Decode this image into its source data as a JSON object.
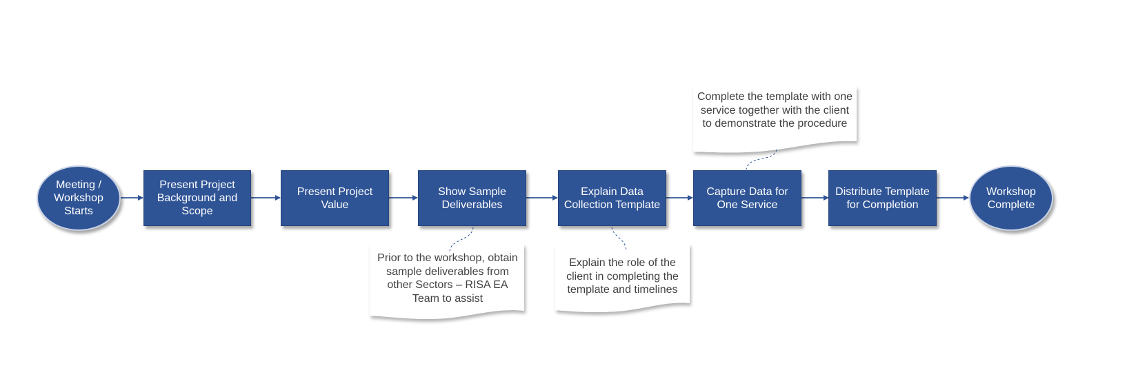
{
  "colors": {
    "node_fill": "#2f5496",
    "node_text": "#ffffff",
    "connector": "#2f5496",
    "note_text": "#404040"
  },
  "start": {
    "label": "Meeting / Workshop Starts"
  },
  "steps": [
    {
      "label": "Present Project Background and Scope"
    },
    {
      "label": "Present Project Value"
    },
    {
      "label": "Show Sample Deliverables"
    },
    {
      "label": "Explain Data Collection Template"
    },
    {
      "label": "Capture Data for One Service"
    },
    {
      "label": "Distribute Template for Completion"
    }
  ],
  "end": {
    "label": "Workshop Complete"
  },
  "notes": {
    "sample_deliverables": "Prior to the workshop, obtain sample deliverables from other Sectors – RISA EA Team to assist",
    "client_role": "Explain the role of the client in completing the template and timelines",
    "complete_with_client": "Complete the template with one service together with the client to demonstrate the procedure"
  }
}
